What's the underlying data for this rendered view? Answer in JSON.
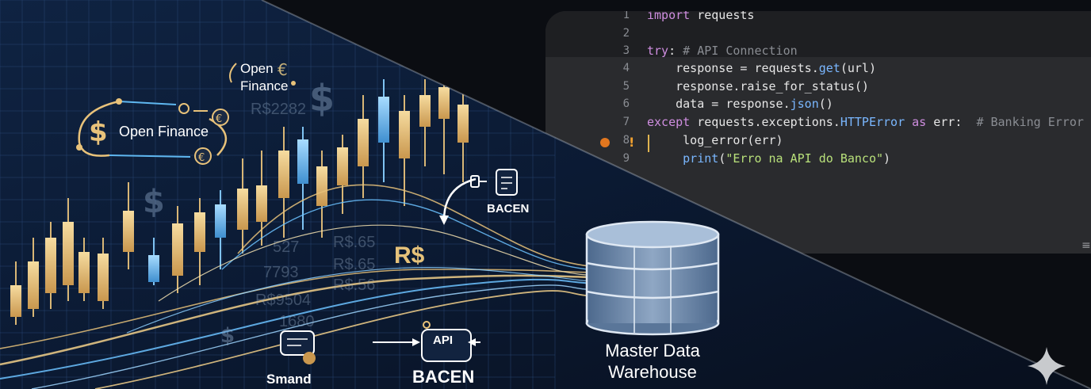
{
  "diagram": {
    "open_finance_top": [
      "Open",
      "Finance"
    ],
    "open_finance_main": "Open Finance",
    "currency_symbol": "R$",
    "faded_values": [
      "R$2282",
      "R$.65",
      "R$.65",
      "7793",
      "R$.56",
      "R$9504",
      "1680",
      "527"
    ],
    "bacen_top": "BACEN",
    "api_label": "API",
    "bacen_bottom": "BACEN",
    "smart_label": "Smand",
    "warehouse_lines": [
      "Master Data",
      "Warehouse"
    ]
  },
  "code_editor": {
    "lines": [
      {
        "n": "1",
        "parts": [
          [
            "kw",
            "import"
          ],
          [
            "",
            " requests"
          ]
        ]
      },
      {
        "n": "2",
        "parts": []
      },
      {
        "n": "3",
        "parts": [
          [
            "kw",
            "try"
          ],
          [
            "",
            ": "
          ],
          [
            "cm",
            "# API Connection"
          ]
        ]
      },
      {
        "n": "4",
        "parts": [
          [
            "",
            "    response = requests."
          ],
          [
            "fn",
            "get"
          ],
          [
            "",
            "(url)"
          ]
        ]
      },
      {
        "n": "5",
        "parts": [
          [
            "",
            "    response.raise_for_status()"
          ]
        ]
      },
      {
        "n": "6",
        "parts": [
          [
            "",
            "    data = response."
          ],
          [
            "fn",
            "json"
          ],
          [
            "",
            "()"
          ]
        ]
      },
      {
        "n": "7",
        "parts": [
          [
            "kw",
            "except"
          ],
          [
            "",
            " requests.exceptions."
          ],
          [
            "fn",
            "HTTPError"
          ],
          [
            "",
            " "
          ],
          [
            "kw",
            "as"
          ],
          [
            "",
            " err:  "
          ],
          [
            "cm",
            "# Banking Error Han"
          ]
        ]
      },
      {
        "n": "8",
        "parts": [
          [
            "",
            "     log_error(err)"
          ]
        ]
      },
      {
        "n": "9",
        "parts": [
          [
            "",
            "     "
          ],
          [
            "fn",
            "print"
          ],
          [
            "",
            "("
          ],
          [
            "str",
            "\"Erro na API do Banco\""
          ],
          [
            "",
            ")"
          ]
        ]
      }
    ]
  },
  "colors": {
    "accent_gold": "#e8c27a",
    "accent_blue": "#5fb7f0",
    "background": "#0b0d12",
    "code_bg": "#2a2b2e"
  },
  "icons": [
    "dollar-icon",
    "euro-icon",
    "document-icon",
    "database-icon",
    "sparkle-icon",
    "breakpoint-icon",
    "warning-icon",
    "menu-icon"
  ]
}
